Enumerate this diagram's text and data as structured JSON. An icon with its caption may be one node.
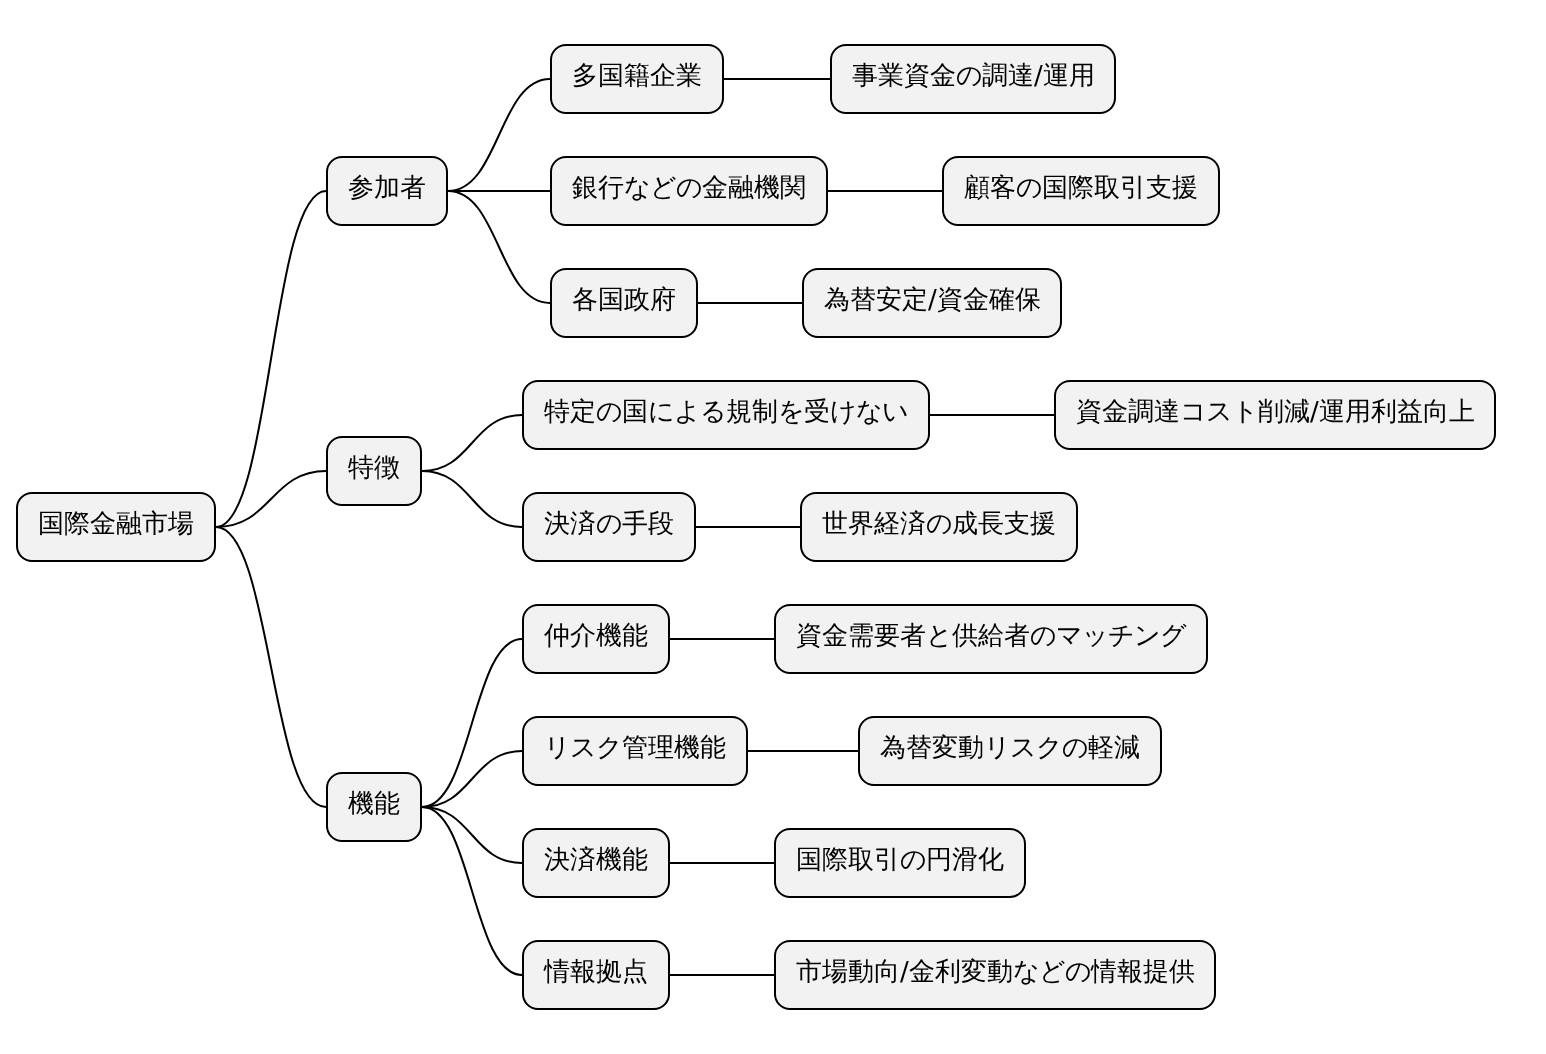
{
  "diagram": {
    "nodes": [
      {
        "text": [
          "国際金融市場"
        ]
      },
      {
        "text": [
          "参加者"
        ]
      },
      {
        "text": [
          "多国籍企業"
        ]
      },
      {
        "text": [
          "事業資金の調達/運用"
        ]
      },
      {
        "text": [
          "銀行などの金融機関"
        ]
      },
      {
        "text": [
          "顧客の国際取引支援"
        ]
      },
      {
        "text": [
          "各国政府"
        ]
      },
      {
        "text": [
          "為替安定/資金確保"
        ]
      },
      {
        "text": [
          "特徴"
        ]
      },
      {
        "text": [
          "特定の国による規制を受けない"
        ]
      },
      {
        "text": [
          "資金調達コスト削減/運用利益向上"
        ]
      },
      {
        "text": [
          "決済の手段"
        ]
      },
      {
        "text": [
          "世界経済の成長支援"
        ]
      },
      {
        "text": [
          "機能"
        ]
      },
      {
        "text": [
          "仲介機能"
        ]
      },
      {
        "text": [
          "資金需要者と供給者のマッチング"
        ]
      },
      {
        "text": [
          "リスク管理機能"
        ]
      },
      {
        "text": [
          "為替変動リスクの軽減"
        ]
      },
      {
        "text": [
          "決済機能"
        ]
      },
      {
        "text": [
          "国際取引の円滑化"
        ]
      },
      {
        "text": [
          "情報拠点"
        ]
      },
      {
        "text": [
          "市場動向/金利変動などの情報提供"
        ]
      }
    ],
    "edges": [
      {
        "from": 0,
        "to": 1,
        "arrow": "none"
      },
      {
        "from": 1,
        "to": 2,
        "arrow": "none"
      },
      {
        "from": 2,
        "to": 3,
        "arrow": "none"
      },
      {
        "from": 1,
        "to": 4,
        "arrow": "none"
      },
      {
        "from": 4,
        "to": 5,
        "arrow": "none"
      },
      {
        "from": 1,
        "to": 6,
        "arrow": "none"
      },
      {
        "from": 6,
        "to": 7,
        "arrow": "none"
      },
      {
        "from": 0,
        "to": 8,
        "arrow": "none"
      },
      {
        "from": 8,
        "to": 9,
        "arrow": "none"
      },
      {
        "from": 9,
        "to": 10,
        "arrow": "none"
      },
      {
        "from": 8,
        "to": 11,
        "arrow": "none"
      },
      {
        "from": 11,
        "to": 12,
        "arrow": "none"
      },
      {
        "from": 0,
        "to": 13,
        "arrow": "none"
      },
      {
        "from": 13,
        "to": 14,
        "arrow": "none"
      },
      {
        "from": 14,
        "to": 15,
        "arrow": "none"
      },
      {
        "from": 13,
        "to": 16,
        "arrow": "none"
      },
      {
        "from": 16,
        "to": 17,
        "arrow": "none"
      },
      {
        "from": 13,
        "to": 18,
        "arrow": "none"
      },
      {
        "from": 18,
        "to": 19,
        "arrow": "none"
      },
      {
        "from": 13,
        "to": 20,
        "arrow": "none"
      },
      {
        "from": 20,
        "to": 21,
        "arrow": "none"
      }
    ]
  }
}
